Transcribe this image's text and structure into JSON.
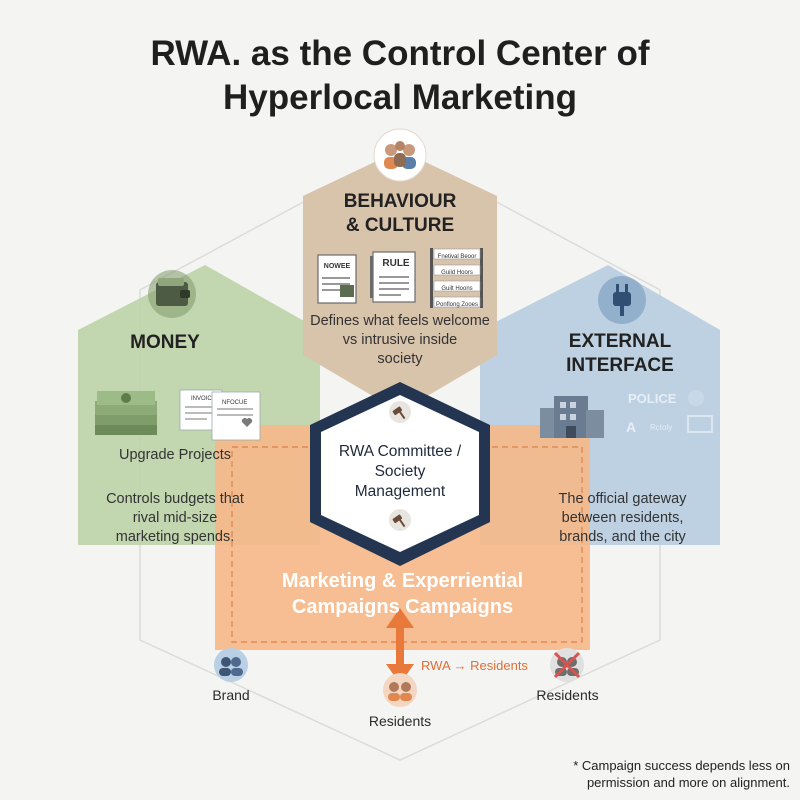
{
  "title_line1": "RWA. as the Control Center of",
  "title_line2": "Hyperlocal Marketing",
  "behaviour": {
    "heading_line1": "BEHAVIOUR",
    "heading_line2": "& CULTURE",
    "description_line1": "Defines what feels welcome",
    "description_line2": "vs intrusive inside",
    "description_line3": "society",
    "doc_notice": "NOWEE",
    "doc_rule": "RULE",
    "rules_list": [
      "Fnetival Beoor",
      "Guild Hoors",
      "Guilt Hoons",
      "Ponflong Zooes"
    ],
    "color": "#d8c3ab"
  },
  "money": {
    "heading": "MONEY",
    "invoice_1": "INVOICE",
    "invoice_2": "NFOCUE",
    "upgrade_label": "Upgrade Projects",
    "description_line1": "Controls budgets that",
    "description_line2": "rival mid-size",
    "description_line3": "marketing spends.",
    "color": "#bcd3a8"
  },
  "external": {
    "heading_line1": "EXTERNAL",
    "heading_line2": "INTERFACE",
    "police_label": "POLICE",
    "logo_label": "Rctoly",
    "description_line1": "The official gateway",
    "description_line2": "between residents,",
    "description_line3": "brands, and the city",
    "color": "#b7cde0"
  },
  "center": {
    "line1": "RWA Committee /",
    "line2": "Society",
    "line3": "Management"
  },
  "campaign": {
    "line1": "Marketing & Experriential",
    "line2": "Campaigns Campaigns",
    "color": "#f5b98a"
  },
  "flow_label": "RWA → Residents",
  "nodes": {
    "brand": "Brand",
    "residents_bottom": "Residents",
    "residents_right": "Residents"
  },
  "footnote_line1": "* Campaign success depends less on",
  "footnote_line2": "permission and more on alignment."
}
